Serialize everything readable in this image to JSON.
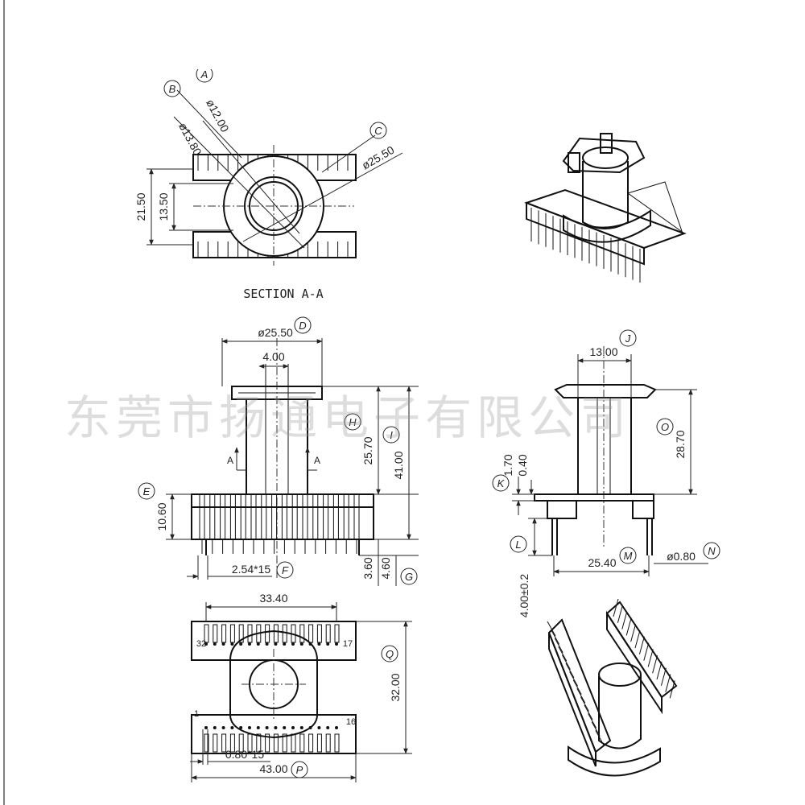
{
  "section_title": "SECTION A-A",
  "section_marker": "A",
  "watermark": "东莞市扬通电子有限公司",
  "top_view": {
    "dims": {
      "d12": "ø12.00",
      "d13_8": "ø13.80",
      "d25_5": "ø25.50",
      "h21_5": "21.50",
      "h13_5": "13.50"
    },
    "callouts": {
      "a": "A",
      "b": "B",
      "c": "C"
    }
  },
  "front_view": {
    "dims": {
      "d25_5": "ø25.50",
      "w4": "4.00",
      "h25_7": "25.70",
      "h41": "41.00",
      "h10_6": "10.60",
      "pitch": "2.54*15",
      "h3_6": "3.60",
      "h4_6": "4.60"
    },
    "callouts": {
      "d": "D",
      "h": "H",
      "i": "I",
      "e": "E",
      "f": "F",
      "g": "G"
    }
  },
  "side_view": {
    "dims": {
      "w13": "13.00",
      "h28_7": "28.70",
      "h1_7": "1.70",
      "h0_4": "0.40",
      "w25_4": "25.40",
      "d0_8": "ø0.80",
      "h4": "4.00±0.2"
    },
    "callouts": {
      "j": "J",
      "o": "O",
      "k": "K",
      "l": "L",
      "m": "M",
      "n": "N"
    }
  },
  "bottom_view": {
    "dims": {
      "w33_4": "33.40",
      "h32": "32.00",
      "pitch": "0.80*15",
      "w43": "43.00"
    },
    "pin_labels": {
      "p32": "32",
      "p17": "17",
      "p1": "1",
      "p16": "16"
    },
    "callouts": {
      "q": "Q",
      "p": "P"
    }
  }
}
